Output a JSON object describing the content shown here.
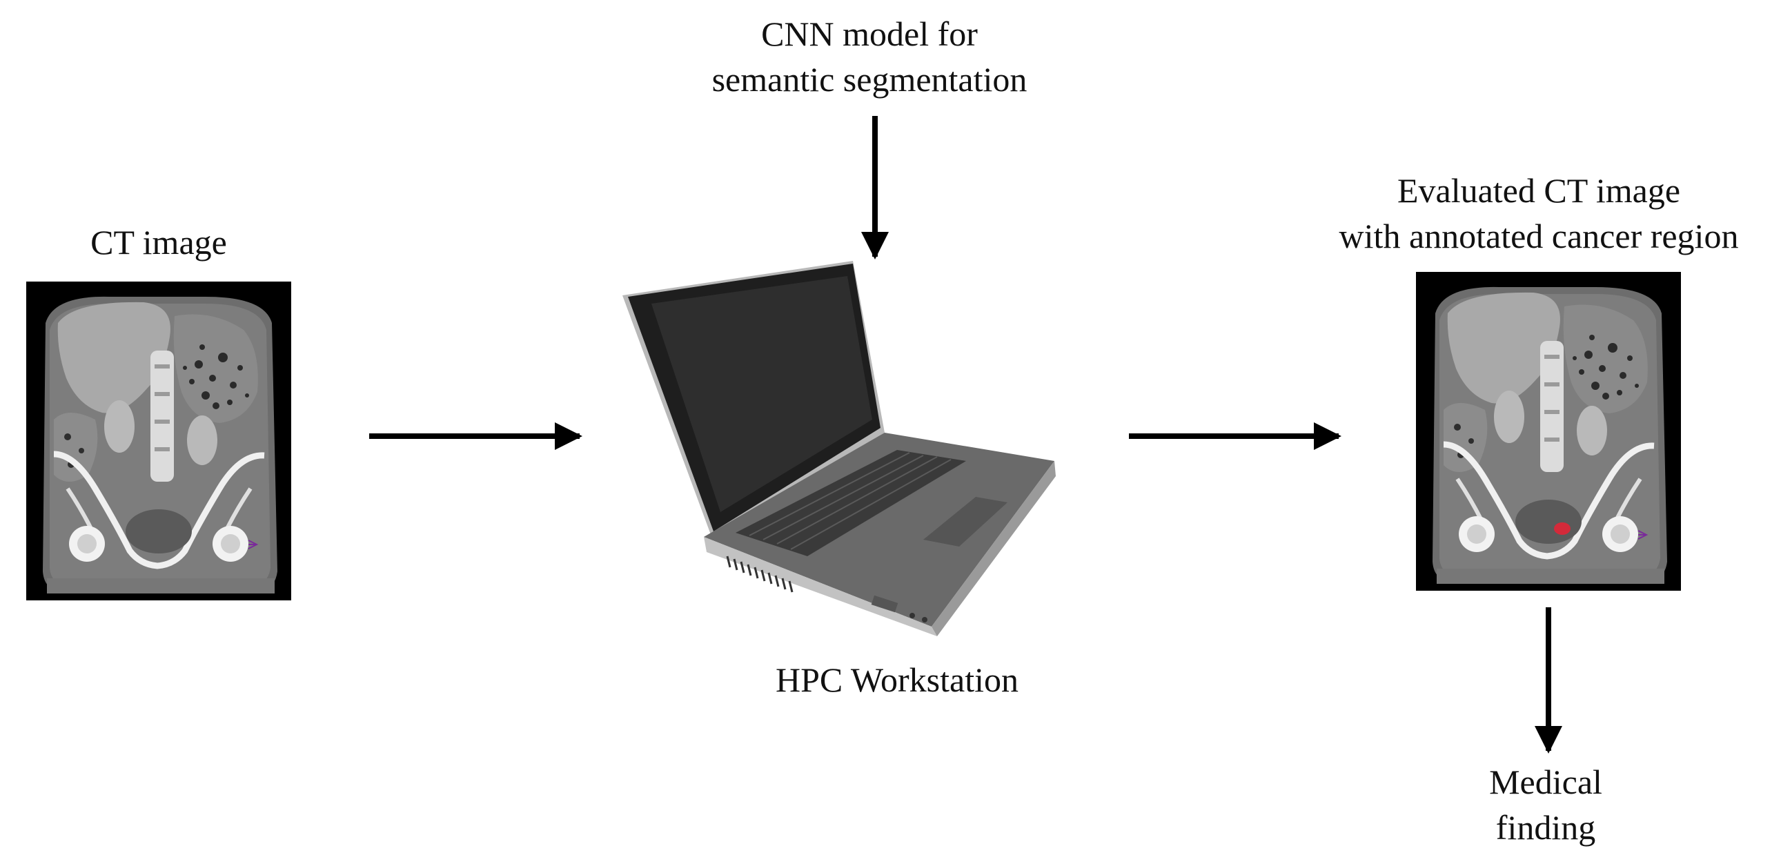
{
  "diagram": {
    "ct_input": {
      "label": "CT image"
    },
    "model": {
      "label_line1": "CNN model for",
      "label_line2": "semantic segmentation"
    },
    "workstation": {
      "label": "HPC Workstation"
    },
    "ct_output": {
      "label_line1": "Evaluated CT image",
      "label_line2": "with annotated cancer region"
    },
    "finding": {
      "label_line1": "Medical",
      "label_line2": "finding"
    },
    "edges": [
      {
        "from": "ct_input",
        "to": "workstation"
      },
      {
        "from": "model",
        "to": "workstation"
      },
      {
        "from": "workstation",
        "to": "ct_output"
      },
      {
        "from": "ct_output",
        "to": "finding"
      }
    ]
  },
  "colors": {
    "arrow": "#000000",
    "scan_background": "#000000",
    "cancer_region": "#d42a3a",
    "annotation_mark": "#7a2a9a",
    "laptop_body": "#8e8e8e",
    "laptop_screen": "#2b2b2b"
  }
}
